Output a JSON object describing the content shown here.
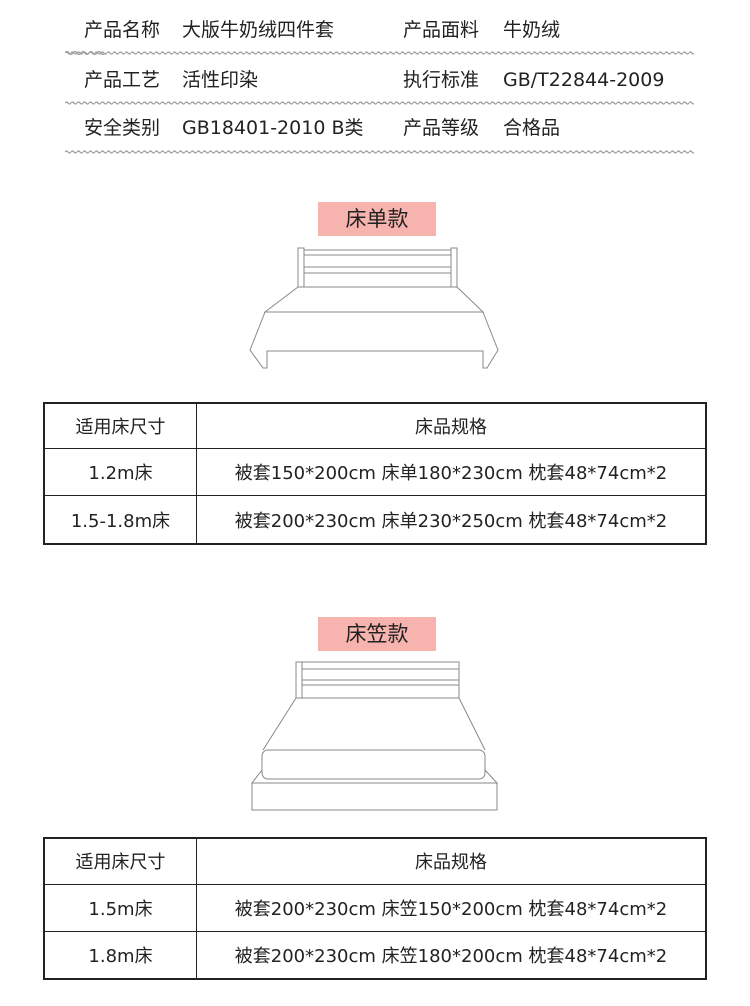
{
  "info": [
    {
      "left_label": "产品名称",
      "left_value": "大版牛奶绒四件套",
      "right_label": "产品面料",
      "right_value": "牛奶绒"
    },
    {
      "left_label": "产品工艺",
      "left_value": "活性印染",
      "right_label": "执行标准",
      "right_value": "GB/T22844-2009"
    },
    {
      "left_label": "安全类别",
      "left_value": "GB18401-2010 B类",
      "right_label": "产品等级",
      "right_value": "合格品"
    }
  ],
  "sections": [
    {
      "title": "床单款",
      "headers": [
        "适用床尺寸",
        "床品规格"
      ],
      "rows": [
        [
          "1.2m床",
          "被套150*200cm 床单180*230cm  枕套48*74cm*2"
        ],
        [
          "1.5-1.8m床",
          "被套200*230cm 床单230*250cm 枕套48*74cm*2"
        ]
      ]
    },
    {
      "title": "床笠款",
      "headers": [
        "适用床尺寸",
        "床品规格"
      ],
      "rows": [
        [
          "1.5m床",
          "被套200*230cm 床笠150*200cm 枕套48*74cm*2"
        ],
        [
          "1.8m床",
          "被套200*230cm 床笠180*200cm 枕套48*74cm*2"
        ]
      ]
    }
  ],
  "colors": {
    "tag_bg": "#f7b3ae",
    "text": "#222222"
  }
}
